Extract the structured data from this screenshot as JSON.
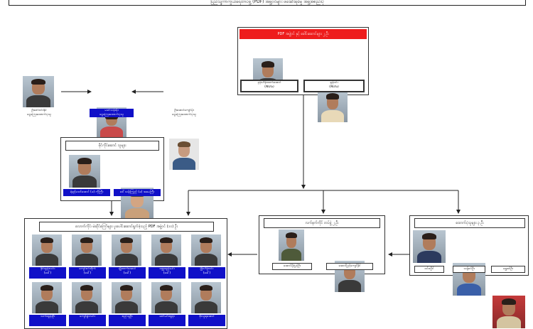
{
  "top_banner": "ပြည်သူ့ကာကွယ်ရေးတပ်ဖွဲ့ (PDF) အဖွဲ့ဝင်များ ဖမ်းဆီးရမိမှု အဖွဲ့အစည်းပုံ",
  "top_group": {
    "title": "PDF အဖွဲ့ဝင် နှင့် ခေါင်းဆောင်များ ၂ ဦး",
    "members": [
      {
        "name": "နန်းဟိန်းထက်အောင်",
        "sub": "(NUG)"
      },
      {
        "name": "ရှန်ဝင်း",
        "sub": "(NUG)"
      }
    ]
  },
  "upper_left": {
    "left_person": {
      "name": "ဦးဇော်ဝင်းနိုင်",
      "role": "ငွေကြေးထောက်ပံ့သူ"
    },
    "center_person": {
      "name": "မခင်သန်းမိုး",
      "role": "ငွေကြေးထောက်ပံ့သူ"
    },
    "right_person": {
      "name": "ဦးအောင်ကျော်မိုး",
      "role": "ငွေကြေးထောက်ပံ့သူ"
    }
  },
  "middle_left": {
    "title": "ဖိုင်ကိုင်ဆောင် သူများ",
    "members": [
      {
        "name": "ရဲရင့်သော်အောင် (ခ) ကိုကြီး"
      },
      {
        "name": "ဒေါ်သန်းကြည် (ခ) အမေကြီး"
      }
    ]
  },
  "bottom_left": {
    "title": "လောက်ကိုင်၊ မဲဆိုင်ကြော်များ ပူးပေါင်းဆောင်ရွက်ခဲ့သည့် PDF အဖွဲ့ဝင် (၁၀) ဦး",
    "row1": [
      {
        "name": "နိုင်ထွန်းလင်း",
        "alias": "(ခေါ်)"
      },
      {
        "name": "ကျော်ဇင်ထိုက်",
        "alias": "(ခေါ်)"
      },
      {
        "name": "မျိုးထက်အောင်",
        "alias": "(ခေါ်)"
      },
      {
        "name": "ဝဏ္ဏထွန်းမင်း",
        "alias": "(ခေါ်)"
      },
      {
        "name": "ဖြိုးဟိန်းဝင်း",
        "alias": "(ခေါ်)"
      }
    ],
    "row2": [
      {
        "name": "သက်ထွန်းဦး",
        "alias": ""
      },
      {
        "name": "ကျော်စွာလင်း",
        "alias": ""
      },
      {
        "name": "စည်သူဦး",
        "alias": ""
      },
      {
        "name": "ဇော်မင်းထွန်း",
        "alias": ""
      },
      {
        "name": "စိုးသူရအောင်",
        "alias": ""
      }
    ]
  },
  "middle_right": {
    "title": "လက်နက်ကိုင် တပ်ဖွဲ့ ၂ ဦး",
    "members": [
      {
        "name": "အောင်မိုးမြင့်ဦး"
      },
      {
        "name": "အောင်မြင့်ကျော်နိုင်"
      }
    ]
  },
  "right_group": {
    "title": "ထောက်ပံ့သူများ ၃ ဦး",
    "members": [
      {
        "name": "ဝင်းလှိုင်"
      },
      {
        "name": "သန့်ဇင်ဦး"
      },
      {
        "name": "ရွှေစင်ဦး"
      }
    ]
  }
}
